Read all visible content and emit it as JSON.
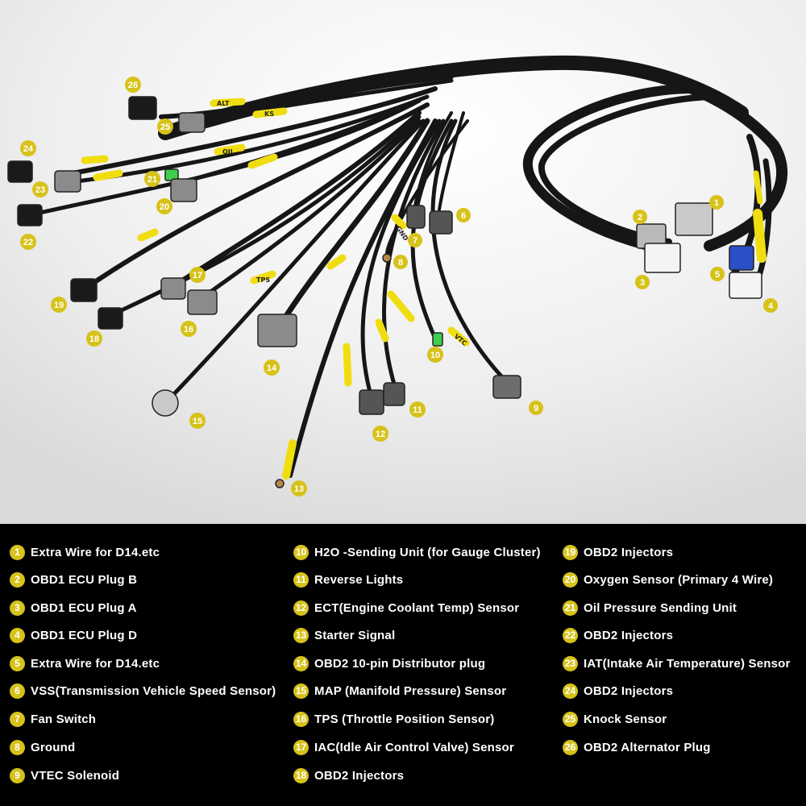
{
  "colors": {
    "accent": "#d7c21a",
    "legend_bg": "#000000",
    "photo_bg": "#f2f2f2",
    "wire": "#161616",
    "sleeve": "#f0dd10"
  },
  "photo": {
    "markers": [
      "1",
      "2",
      "3",
      "4",
      "5",
      "6",
      "7",
      "8",
      "9",
      "10",
      "11",
      "12",
      "13",
      "14",
      "15",
      "16",
      "17",
      "18",
      "19",
      "20",
      "21",
      "22",
      "23",
      "24",
      "25",
      "26"
    ],
    "sleeve_labels": [
      "ALT",
      "KS",
      "OIL",
      "GND",
      "TPS",
      "VTC"
    ]
  },
  "legend": {
    "items": [
      {
        "num": "1",
        "label": "Extra Wire for D14.etc"
      },
      {
        "num": "2",
        "label": "OBD1 ECU Plug B"
      },
      {
        "num": "3",
        "label": "OBD1 ECU Plug A"
      },
      {
        "num": "4",
        "label": "OBD1 ECU Plug D"
      },
      {
        "num": "5",
        "label": "Extra Wire for D14.etc"
      },
      {
        "num": "6",
        "label": "VSS(Transmission Vehicle Speed Sensor)"
      },
      {
        "num": "7",
        "label": "Fan Switch"
      },
      {
        "num": "8",
        "label": "Ground"
      },
      {
        "num": "9",
        "label": "VTEC Solenoid"
      },
      {
        "num": "10",
        "label": "H2O -Sending Unit (for Gauge Cluster)"
      },
      {
        "num": "11",
        "label": "Reverse Lights"
      },
      {
        "num": "12",
        "label": "ECT(Engine Coolant Temp) Sensor"
      },
      {
        "num": "13",
        "label": "Starter Signal"
      },
      {
        "num": "14",
        "label": "OBD2 10-pin Distributor plug"
      },
      {
        "num": "15",
        "label": "MAP (Manifold Pressure) Sensor"
      },
      {
        "num": "16",
        "label": "TPS (Throttle Position Sensor)"
      },
      {
        "num": "17",
        "label": " IAC(Idle Air Control Valve) Sensor"
      },
      {
        "num": "18",
        "label": "OBD2 Injectors"
      },
      {
        "num": "19",
        "label": "OBD2 Injectors"
      },
      {
        "num": "20",
        "label": "Oxygen Sensor (Primary 4 Wire)"
      },
      {
        "num": "21",
        "label": "Oil Pressure Sending Unit"
      },
      {
        "num": "22",
        "label": "OBD2 Injectors"
      },
      {
        "num": "23",
        "label": "IAT(Intake Air Temperature) Sensor"
      },
      {
        "num": "24",
        "label": "OBD2 Injectors"
      },
      {
        "num": "25",
        "label": "Knock Sensor"
      },
      {
        "num": "26",
        "label": "OBD2 Alternator Plug"
      }
    ]
  }
}
